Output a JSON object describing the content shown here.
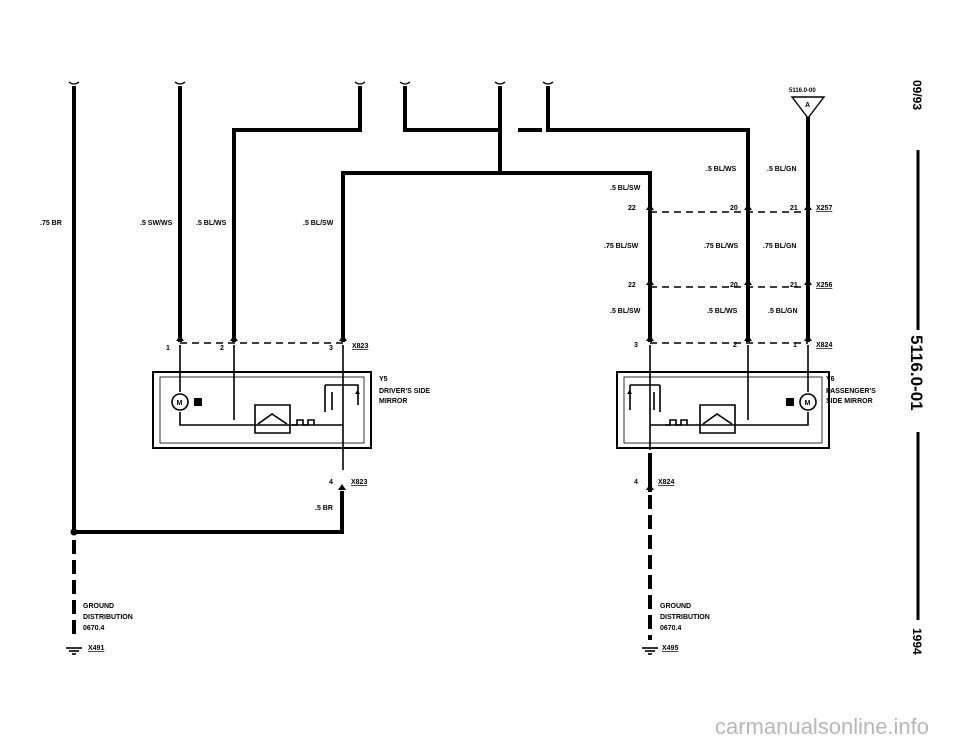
{
  "diagram": {
    "ref_code": "5116.0-00",
    "ref_letter": "A",
    "sidebar": {
      "date": "09/93",
      "code": "5116.0-01",
      "year": "1994"
    },
    "watermark": "carmanualsonline.info",
    "wires": {
      "w75br": ".75 BR",
      "w5swws": ".5 SW/WS",
      "w5blws_left": ".5 BL/WS",
      "w5blsw_left": ".5 BL/SW",
      "w5blsw_right_top": ".5 BL/SW",
      "w5blws_right_top": ".5 BL/WS",
      "w5blgn_top": ".5 BL/GN",
      "w75blsw": ".75 BL/SW",
      "w75blws": ".75 BL/WS",
      "w75blgn": ".75 BL/GN",
      "w5blsw_right_bot": ".5 BL/SW",
      "w5blws_right_bot": ".5 BL/WS",
      "w5blgn_bot": ".5 BL/GN",
      "w5br": ".5 BR"
    },
    "connectors": {
      "x257": "X257",
      "x256": "X256",
      "x823": "X823",
      "x823_bottom": "X823",
      "x824": "X824",
      "x824_bottom": "X824",
      "x491": "X491",
      "x495": "X495"
    },
    "pins": {
      "p22a": "22",
      "p20a": "20",
      "p21a": "21",
      "p22b": "22",
      "p20b": "20",
      "p21b": "21",
      "p3r": "3",
      "p2r": "2",
      "p1r": "1",
      "p1l": "1",
      "p2l": "2",
      "p3l": "3",
      "p4l": "4",
      "p4r": "4"
    },
    "components": {
      "y5": {
        "id": "Y5",
        "line1": "DRIVER'S SIDE",
        "line2": "MIRROR"
      },
      "y6": {
        "id": "Y6",
        "line1": "PASSENGER'S",
        "line2": "SIDE MIRROR"
      },
      "motor_symbol": "M"
    },
    "grounds": {
      "left": {
        "line1": "GROUND",
        "line2": "DISTRIBUTION",
        "line3": "0670.4"
      },
      "right": {
        "line1": "GROUND",
        "line2": "DISTRIBUTION",
        "line3": "0670.4"
      }
    }
  }
}
